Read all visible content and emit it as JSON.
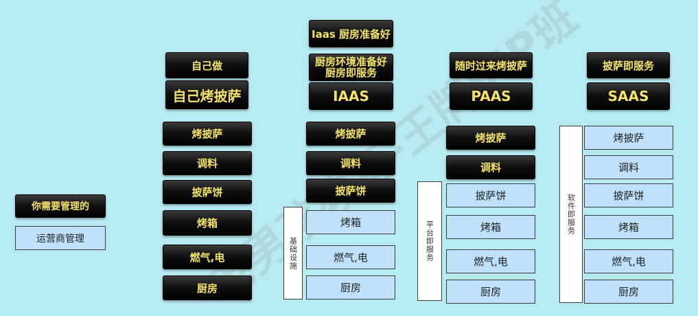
{
  "legend": {
    "manage": "你需要管理的",
    "vendor": "运营商管理"
  },
  "columns": {
    "self": {
      "header": "自己做",
      "title": "自己烤披萨",
      "items": [
        "烤披萨",
        "调料",
        "披萨饼",
        "烤箱",
        "燃气,电",
        "厨房"
      ]
    },
    "iaas": {
      "top": "Iaas 厨房准备好",
      "header1": "厨房环境准备好",
      "header2": "厨房即服务",
      "title": "IAAS",
      "side": "基础设施",
      "items": [
        "烤披萨",
        "调料",
        "披萨饼",
        "烤箱",
        "燃气,电",
        "厨房"
      ]
    },
    "paas": {
      "header": "随时过来烤披萨",
      "title": "PAAS",
      "side": "平台即服务",
      "items": [
        "烤披萨",
        "调料",
        "披萨饼",
        "烤箱",
        "燃气,电",
        "厨房"
      ]
    },
    "saas": {
      "header": "披萨即服务",
      "title": "SAAS",
      "side": "软件即服务",
      "items": [
        "烤披萨",
        "调料",
        "披萨饼",
        "烤箱",
        "燃气,电",
        "厨房"
      ]
    }
  },
  "watermark": "老男孩教育-王牌VIP班"
}
